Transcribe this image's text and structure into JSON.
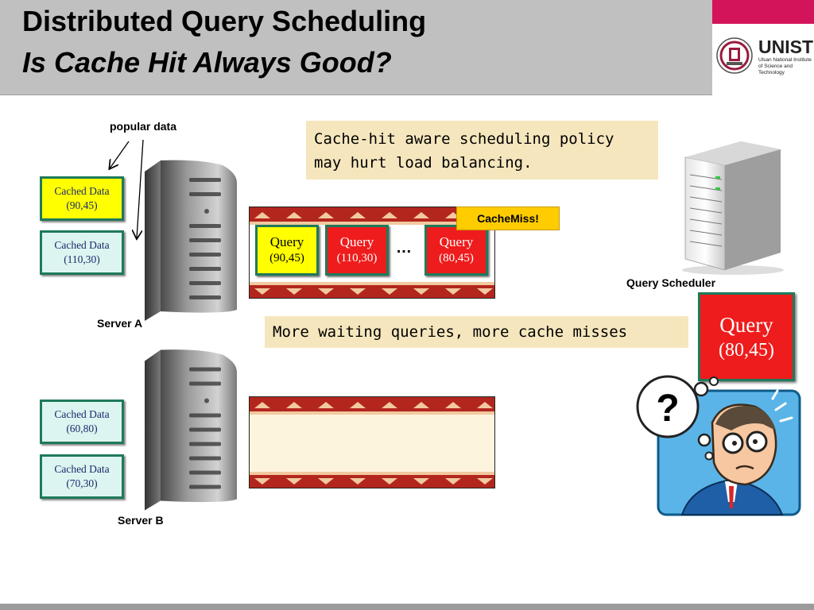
{
  "header": {
    "title_line1": "Distributed Query Scheduling",
    "title_line2": "Is Cache Hit Always Good?"
  },
  "logo": {
    "name": "UNIST",
    "subtitle": "Ulsan National Institute of Science and Technology"
  },
  "diagram": {
    "popular_data_label": "popular data",
    "server_a": {
      "label": "Server A",
      "cached": [
        {
          "line1": "Cached Data",
          "line2": "(90,45)"
        },
        {
          "line1": "Cached Data",
          "line2": "(110,30)"
        }
      ]
    },
    "server_b": {
      "label": "Server B",
      "cached": [
        {
          "line1": "Cached Data",
          "line2": "(60,80)"
        },
        {
          "line1": "Cached Data",
          "line2": "(70,30)"
        }
      ]
    },
    "note_top": "Cache-hit aware scheduling policy may hurt load balancing.",
    "note_mid": "More waiting queries, more cache misses",
    "cache_miss": "CacheMiss!",
    "queue_a": [
      {
        "line1": "Query",
        "line2": "(90,45)"
      },
      {
        "line1": "Query",
        "line2": "(110,30)"
      },
      {
        "line1": "Query",
        "line2": "(80,45)"
      }
    ],
    "ellipsis": "…",
    "scheduler_label": "Query Scheduler",
    "incoming_query": {
      "line1": "Query",
      "line2": "(80,45)"
    },
    "question_mark": "?"
  },
  "colors": {
    "header_bg": "#c0c0c0",
    "accent_magenta": "#d4145a",
    "query_red": "#ee1c1c",
    "cache_yellow": "#ffff00",
    "border_green": "#1e7a5a"
  }
}
